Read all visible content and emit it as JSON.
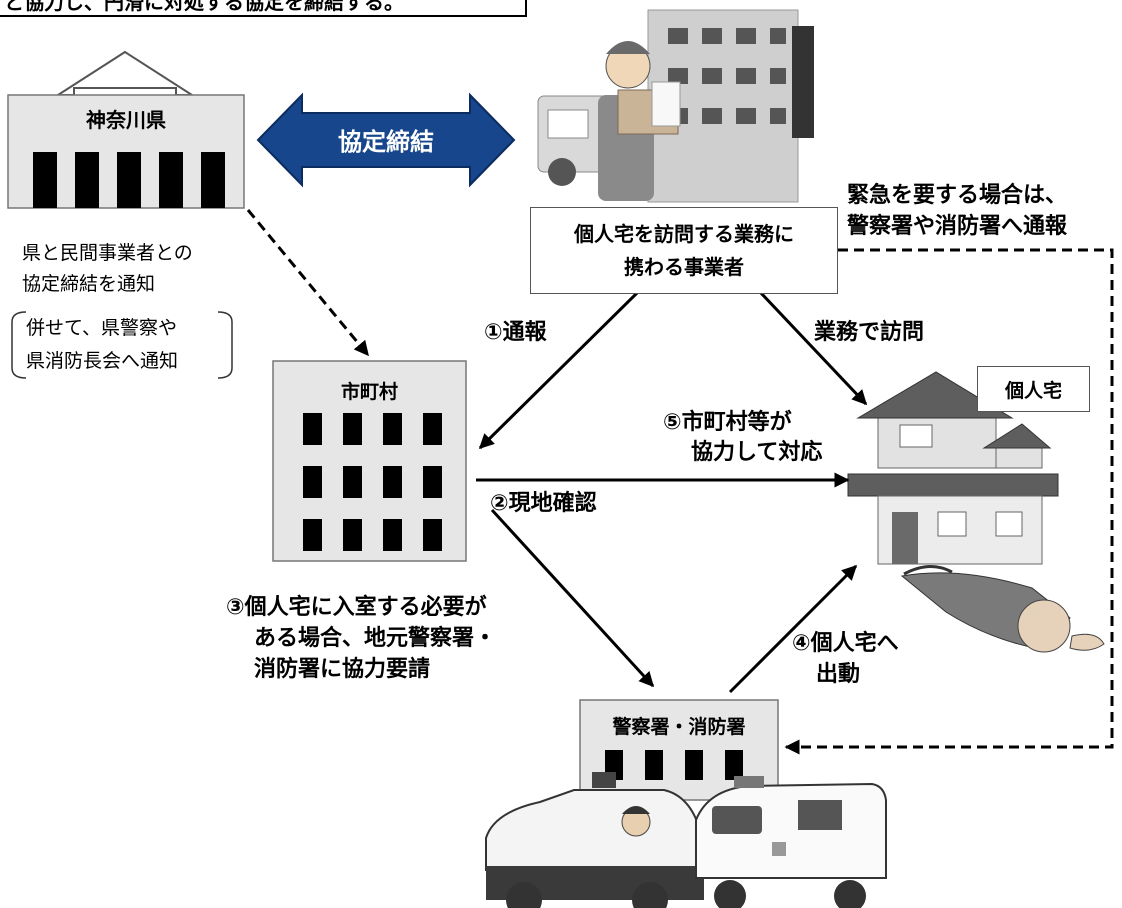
{
  "top_caption": "と協力し、円滑に対処する協定を締結する。",
  "prefecture": {
    "name": "神奈川県"
  },
  "agreement": {
    "label": "協定締結"
  },
  "notice": {
    "line1": "県と民間事業者との",
    "line2": "協定締結を通知",
    "paren1": "併せて、県警察や",
    "paren2": "県消防長会へ通知"
  },
  "business": {
    "line1": "個人宅を訪問する業務に",
    "line2": "携わる事業者"
  },
  "emergency": {
    "line1": "緊急を要する場合は、",
    "line2": "警察署や消防署へ通報"
  },
  "municipality": {
    "name": "市町村"
  },
  "residence": {
    "name": "個人宅"
  },
  "police_fire": {
    "name": "警察署・消防署"
  },
  "steps": {
    "s1": "①通報",
    "visit": "業務で訪問",
    "s5_line1": "⑤市町村等が",
    "s5_line2": "協力して対応",
    "s2": "②現地確認",
    "s3_line1": "③個人宅に入室する必要が",
    "s3_line2": "ある場合、地元警察署・",
    "s3_line3": "消防署に協力要請",
    "s4_line1": "④個人宅へ",
    "s4_line2": "出動"
  }
}
